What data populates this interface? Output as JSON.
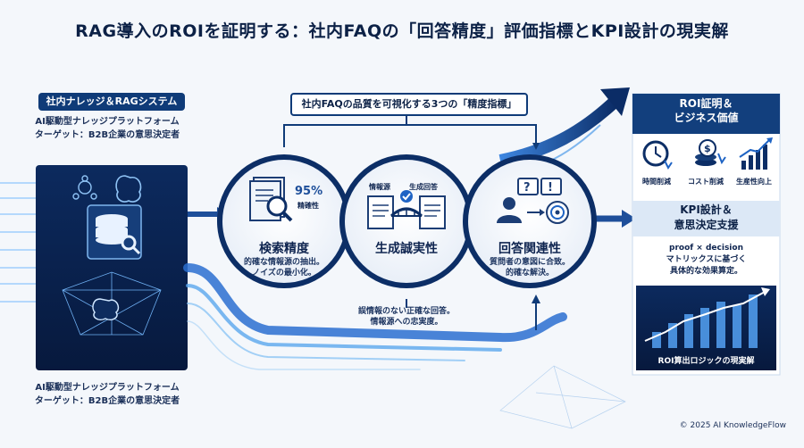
{
  "title": "RAG導入のROIを証明する：社内FAQの「回答精度」評価指標とKPI設計の現実解",
  "left": {
    "header": "社内ナレッジ＆RAGシステム",
    "top_line1": "AI駆動型ナレッジプラットフォーム",
    "top_line2": "ターゲット：B2B企業の意思決定者",
    "bottom_line1": "AI駆動型ナレッジプラットフォーム",
    "bottom_line2": "ターゲット：B2B企業の意思決定者"
  },
  "center": {
    "banner": "社内FAQの品質を可視化する3つの「精度指標」",
    "m1": {
      "label": "検索精度",
      "stat": "95%",
      "stat_label": "精確性",
      "desc1": "的確な情報源の抽出。",
      "desc2": "ノイズの最小化。"
    },
    "m2": {
      "label": "生成誠実性",
      "tag_left": "情報源",
      "tag_right": "生成回答",
      "desc1": "誤情報のない正確な回答。",
      "desc2": "情報源への忠実度。"
    },
    "m3": {
      "label": "回答関連性",
      "desc1": "質問者の意図に合致。",
      "desc2": "的確な解決。"
    }
  },
  "right": {
    "roi_title_1": "ROI証明＆",
    "roi_title_2": "ビジネス価値",
    "icons": [
      {
        "icon": "clock-down-icon",
        "label": "時間削減"
      },
      {
        "icon": "coin-down-icon",
        "label": "コスト削減"
      },
      {
        "icon": "bar-chart-up-icon",
        "label": "生産性向上"
      }
    ],
    "kpi_title_1": "KPI設計＆",
    "kpi_title_2": "意思決定支援",
    "kpi_desc1": "proof × decision",
    "kpi_desc2": "マトリックスに基づく",
    "kpi_desc3": "具体的な効果算定。",
    "chart_caption": "ROI算出ロジックの現実解"
  },
  "footer": "© 2025 AI KnowledgeFlow",
  "colors": {
    "navy": "#0c2e66",
    "blue": "#1e63c4",
    "light": "#dce8f6"
  }
}
